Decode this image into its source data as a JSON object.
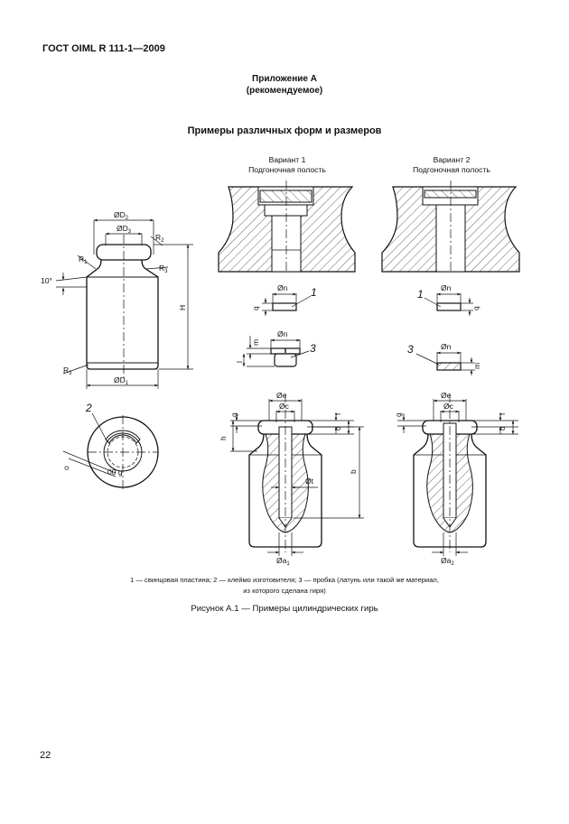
{
  "header": {
    "standard": "ГОСТ OIML R 111-1—2009"
  },
  "appendix": {
    "title": "Приложение А",
    "note": "(рекомендуемое)"
  },
  "section_title": "Примеры различных форм и размеров",
  "variants": [
    {
      "label": "Вариант 1",
      "sub": "Подгоночная полость"
    },
    {
      "label": "Вариант 2",
      "sub": "Подгоночная полость"
    }
  ],
  "dims": {
    "D2": "ØD",
    "D2_sub": "2",
    "D3": "ØD",
    "D3_sub": "3",
    "D1": "ØD",
    "D1_sub": "1",
    "R1": "R",
    "R1_sub": "1",
    "R2": "R",
    "R2_sub": "2",
    "R3": "R",
    "R3_sub": "3",
    "angle": "10°",
    "H": "H",
    "n": "Øn",
    "q": "q",
    "m": "m",
    "l": "l",
    "t": "Øt",
    "e": "Øe",
    "c": "Øc",
    "g": "g",
    "h": "h",
    "f": "f",
    "d": "d",
    "b": "b",
    "a1": "Øa",
    "a1_sub": "1",
    "a2": "Øa",
    "a2_sub": "2",
    "o": "o",
    "stamp_text": "00 g"
  },
  "callouts": {
    "c1": "1",
    "c2": "2",
    "c3": "3"
  },
  "legend": {
    "line1": "1 — свинцовая пластина; 2 — клеймо изготовителя; 3 — пробка (латунь или такой же материал,",
    "line2": "из которого сделана гиря)"
  },
  "caption": "Рисунок А.1 — Примеры цилиндрических гирь",
  "page_number": "22"
}
